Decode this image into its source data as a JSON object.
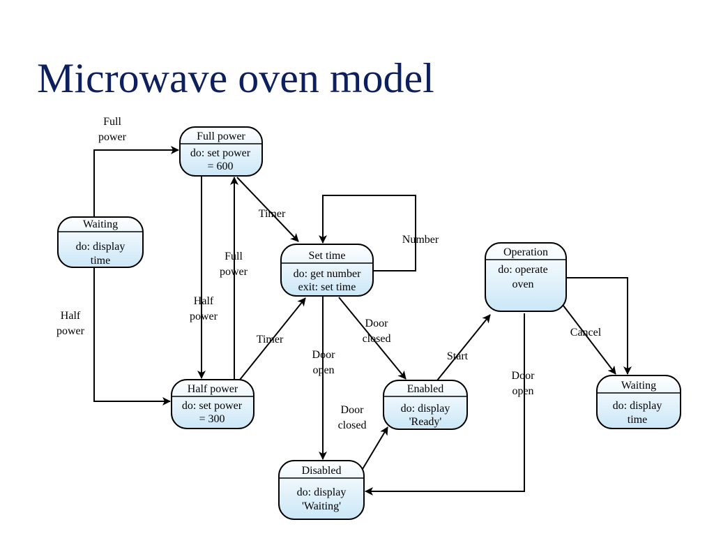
{
  "title": "Microwave oven model",
  "states": {
    "waiting_left": {
      "name": "Waiting",
      "body": [
        "do: display",
        "time"
      ]
    },
    "full_power": {
      "name": "Full power",
      "body": [
        "do: set power",
        "= 600"
      ]
    },
    "half_power": {
      "name": "Half power",
      "body": [
        "do: set power",
        "= 300"
      ]
    },
    "set_time": {
      "name": "Set time",
      "body": [
        "do: get number",
        "exit: set time"
      ]
    },
    "enabled": {
      "name": "Enabled",
      "body": [
        "do: display",
        "'Ready'"
      ]
    },
    "disabled": {
      "name": "Disabled",
      "body": [
        "do: display",
        "'Waiting'"
      ]
    },
    "operation": {
      "name": "Operation",
      "body": [
        "do: operate",
        "oven"
      ]
    },
    "waiting_right": {
      "name": "Waiting",
      "body": [
        "do: display",
        "time"
      ]
    }
  },
  "transitions": {
    "full_power_from_waiting": [
      "Full",
      "power"
    ],
    "half_power_from_waiting": [
      "Half",
      "power"
    ],
    "half_power_from_full": [
      "Half",
      "power"
    ],
    "full_power_from_half": [
      "Full",
      "power"
    ],
    "timer_from_full": [
      "Timer"
    ],
    "timer_from_half": [
      "Timer"
    ],
    "number_self_loop": [
      "Number"
    ],
    "door_open_from_set_time": [
      "Door",
      "open"
    ],
    "door_closed_to_enabled": [
      "Door",
      "closed"
    ],
    "door_closed_from_disabled": [
      "Door",
      "closed"
    ],
    "start": [
      "Start"
    ],
    "cancel": [
      "Cancel"
    ],
    "door_open_from_operation": [
      "Door",
      "open"
    ]
  }
}
